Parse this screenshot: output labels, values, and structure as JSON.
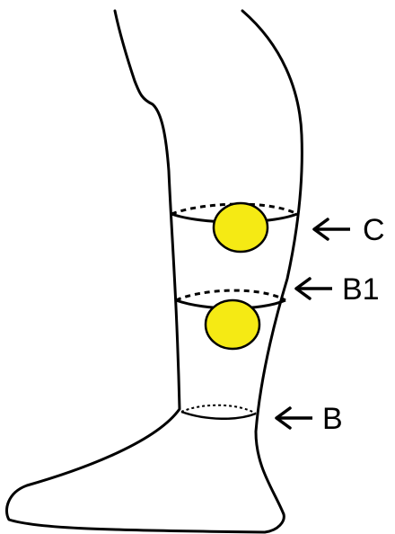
{
  "labels": {
    "c": "C",
    "b1": "B1",
    "b": "B"
  },
  "colors": {
    "outline": "#000000",
    "marker_fill": "#f5ea14",
    "background": "#ffffff"
  }
}
